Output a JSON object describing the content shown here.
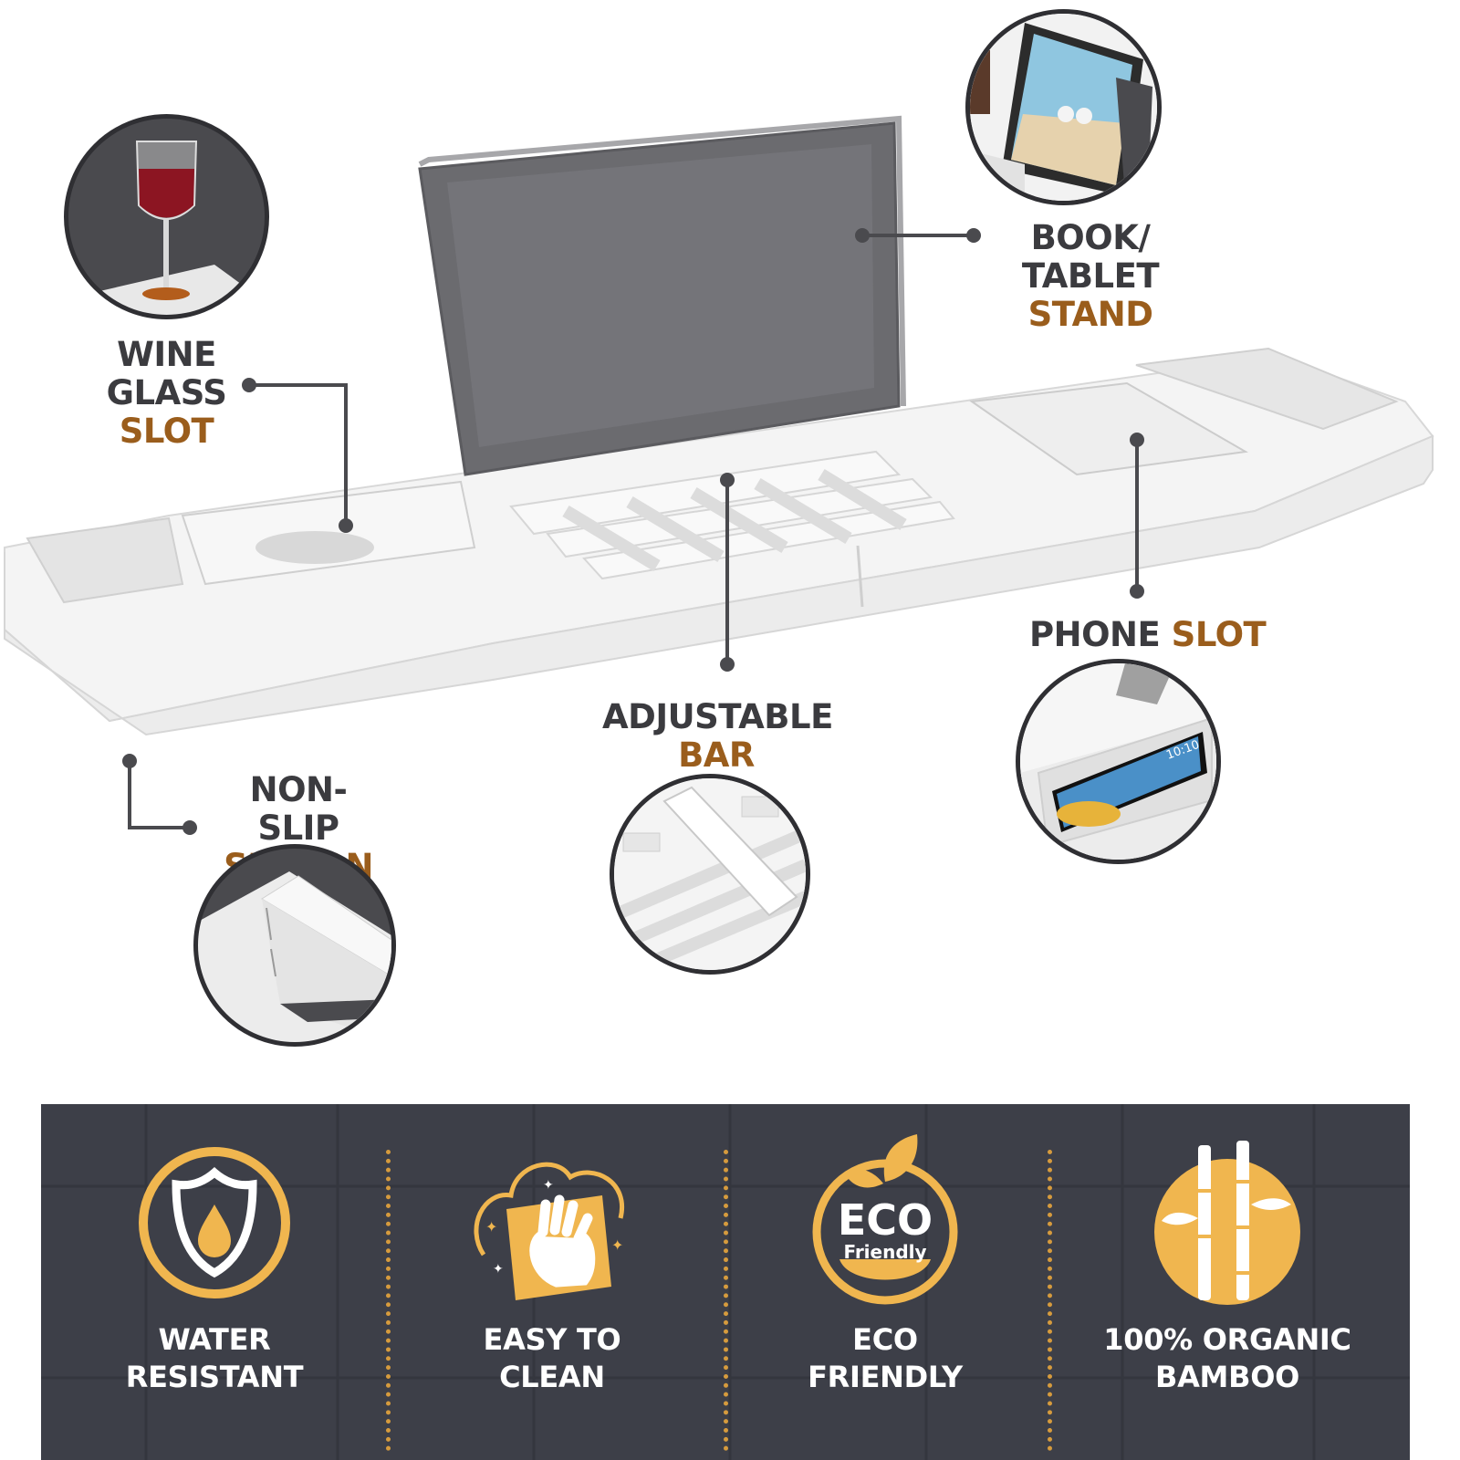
{
  "callouts": {
    "wine": {
      "line1": "WINE",
      "line2": "GLASS",
      "line3": "SLOT"
    },
    "book": {
      "line1": "BOOK/",
      "line2": "TABLET",
      "line3": "STAND"
    },
    "phone": {
      "part1": "PHONE",
      "part2": "SLOT"
    },
    "bar": {
      "line1": "ADJUSTABLE",
      "line2": "BAR"
    },
    "nonslip": {
      "line1": "NON-SLIP",
      "line2": "SILICON"
    }
  },
  "phone_screen": {
    "time": "10:10"
  },
  "features": [
    {
      "line1": "WATER",
      "line2": "RESISTANT",
      "icon": "shield-water-drop-icon"
    },
    {
      "line1": "EASY TO",
      "line2": "CLEAN",
      "icon": "hand-cleaning-cloth-icon"
    },
    {
      "line1": "ECO",
      "line2": "FRIENDLY",
      "icon": "eco-friendly-leaf-icon",
      "badge_big": "ECO",
      "badge_small": "Friendly"
    },
    {
      "line1": "100% ORGANIC",
      "line2": "BAMBOO",
      "icon": "bamboo-icon"
    }
  ],
  "colors": {
    "accent_text": "#9a5d1c",
    "icon_gold": "#f0b64f",
    "banner": "#3d3f48",
    "label_dark": "#3b3b3f"
  }
}
